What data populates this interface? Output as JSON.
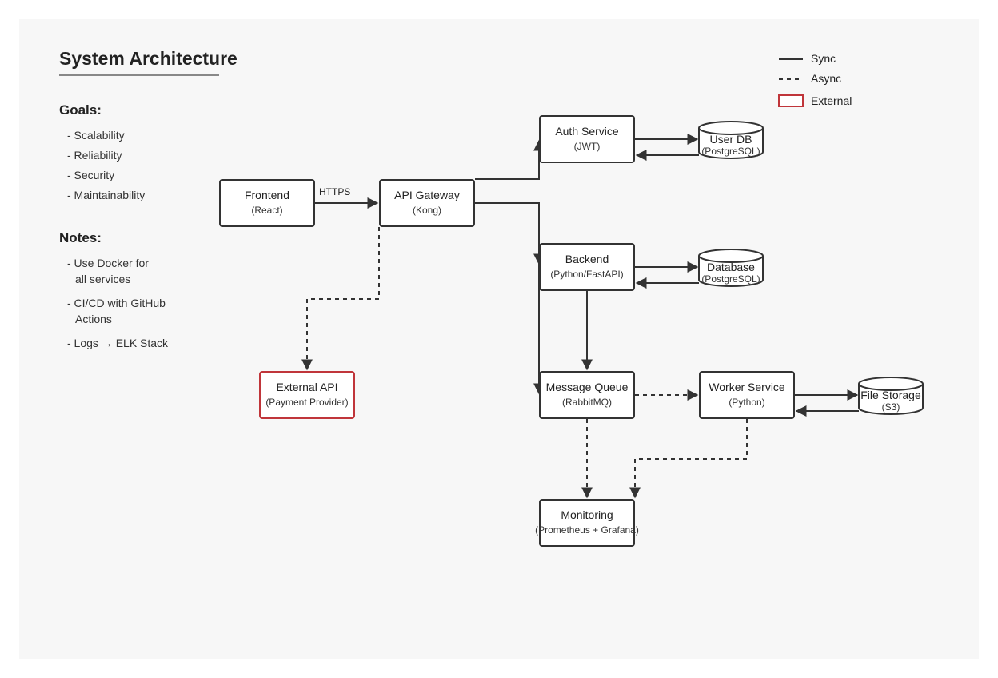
{
  "title": "System Architecture",
  "goals": {
    "heading": "Goals:",
    "items": [
      "- Scalability",
      "- Reliability",
      "- Security",
      "- Maintainability"
    ]
  },
  "notes": {
    "heading": "Notes:",
    "items": [
      {
        "line1": "- Use Docker for",
        "line2": "all services"
      },
      {
        "line1": "- CI/CD with GitHub",
        "line2": "Actions"
      },
      {
        "line1": "- Logs → ELK Stack",
        "line2": ""
      }
    ]
  },
  "legend": {
    "sync": "Sync",
    "async": "Async",
    "external": "External"
  },
  "colors": {
    "stroke": "#333333",
    "external": "#c0353a",
    "background": "#f7f7f7"
  },
  "nodes": {
    "frontend": {
      "label": "Frontend",
      "sub": "(React)"
    },
    "api_gateway": {
      "label": "API Gateway",
      "sub": "(Kong)"
    },
    "auth_service": {
      "label": "Auth Service",
      "sub": "(JWT)"
    },
    "backend": {
      "label": "Backend",
      "sub": "(Python/FastAPI)"
    },
    "message_queue": {
      "label": "Message Queue",
      "sub": "(RabbitMQ)"
    },
    "worker_service": {
      "label": "Worker Service",
      "sub": "(Python)"
    },
    "monitoring": {
      "label": "Monitoring",
      "sub": "(Prometheus + Grafana)"
    },
    "external_api": {
      "label": "External API",
      "sub": "(Payment Provider)"
    },
    "user_db": {
      "label": "User DB",
      "sub": "(PostgreSQL)"
    },
    "database": {
      "label": "Database",
      "sub": "(PostgreSQL)"
    },
    "file_storage": {
      "label": "File Storage",
      "sub": "(S3)"
    }
  },
  "edges": {
    "frontend_to_gateway": "HTTPS"
  }
}
